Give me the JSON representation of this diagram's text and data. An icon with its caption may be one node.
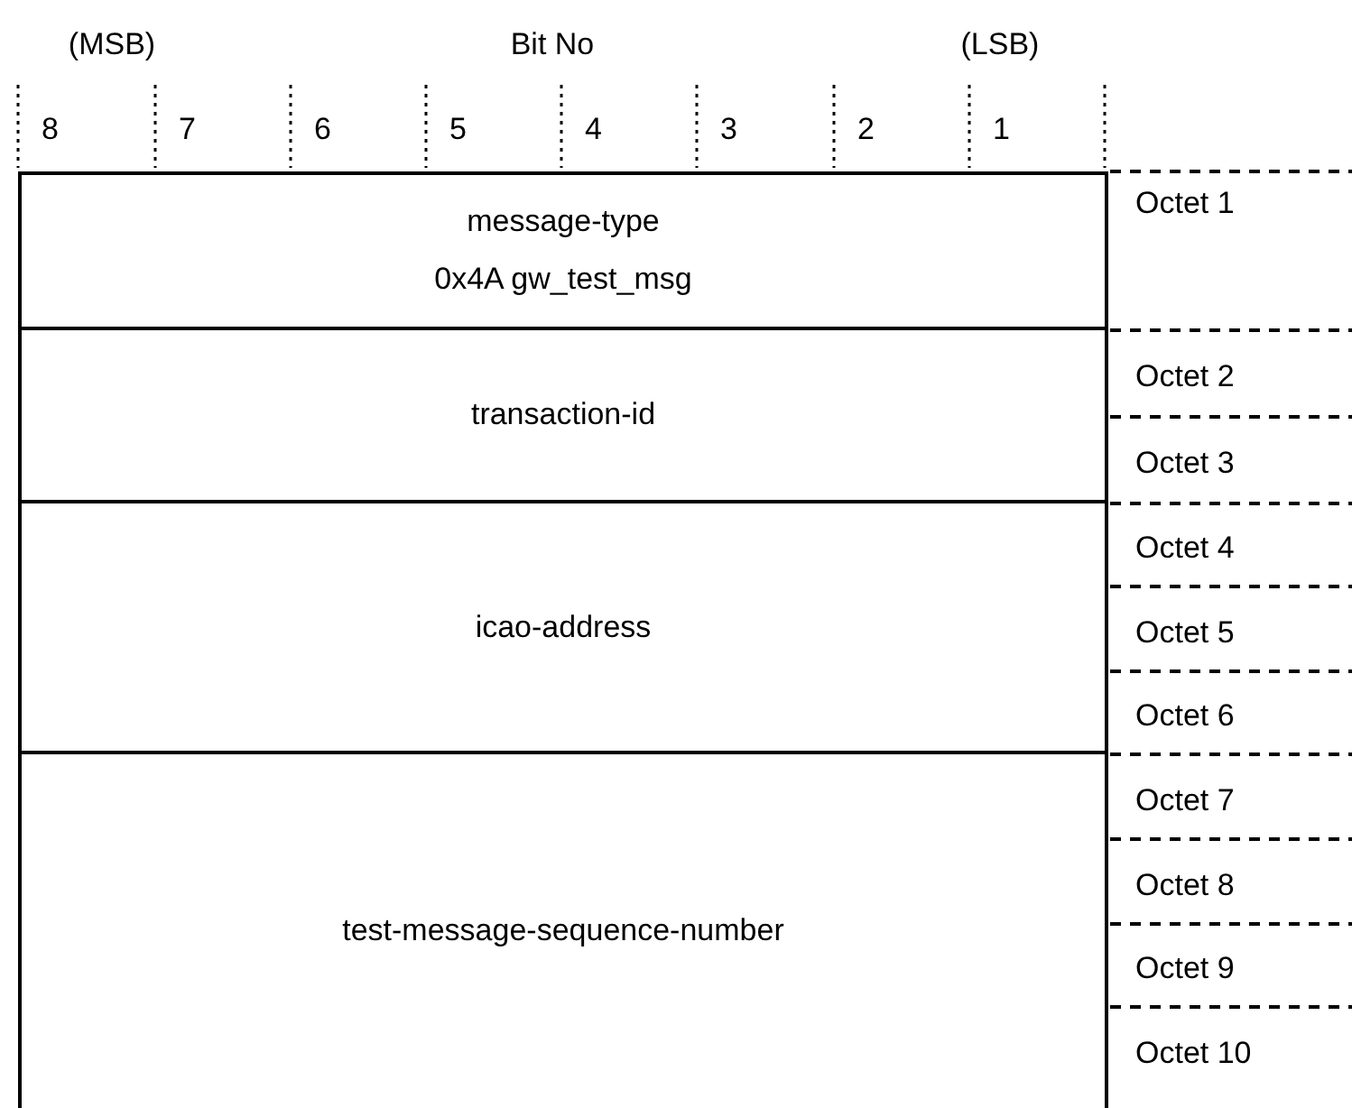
{
  "diagram": {
    "nodes": [
      {
        "text": [
          "message-type",
          "0x4A gw_test_msg"
        ]
      },
      {
        "text": [
          "transaction-id"
        ]
      },
      {
        "text": [
          "icao-address"
        ]
      },
      {
        "text": [
          "test-message-sequence-number"
        ]
      }
    ],
    "labels": [
      "(MSB)",
      "Bit No",
      "(LSB)",
      "8",
      "7",
      "6",
      "5",
      "4",
      "3",
      "2",
      "1",
      "Octet 1",
      "Octet 2",
      "Octet 3",
      "Octet 4",
      "Octet 5",
      "Octet 6",
      "Octet 7",
      "Octet 8",
      "Octet 9",
      "Octet 10"
    ]
  }
}
